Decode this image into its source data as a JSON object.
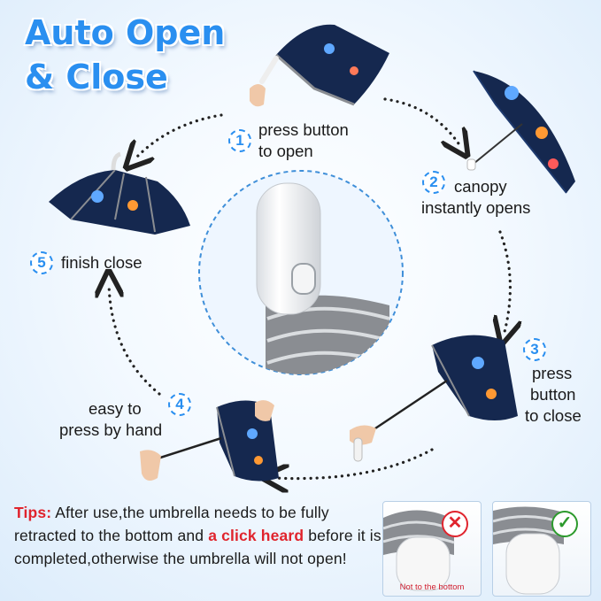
{
  "title": {
    "line1": "Auto Open",
    "line2": "& Close"
  },
  "steps": [
    {
      "num": "1",
      "line1": "press button",
      "line2": "to open"
    },
    {
      "num": "2",
      "line1": "canopy",
      "line2": "instantly opens"
    },
    {
      "num": "3",
      "line1": "press",
      "line2": "button",
      "line3": "to close"
    },
    {
      "num": "4",
      "line1": "easy to",
      "line2": "press by hand"
    },
    {
      "num": "5",
      "line1": "finish close"
    }
  ],
  "tips": {
    "label": "Tips:",
    "text1": " After use,the umbrella needs to be fully retracted to the bottom and ",
    "highlight": "a click heard",
    "text2": " before it is completed,otherwise the umbrella will not open!"
  },
  "thumbs": [
    {
      "caption": "Not to the bottom",
      "mark": "✕"
    },
    {
      "mark": "✓"
    }
  ],
  "colors": {
    "accent": "#2a8ff0",
    "warning": "#e0242d",
    "ok": "#2c9a2c",
    "canopy": "#15284f",
    "trim": "#8a8d92"
  }
}
